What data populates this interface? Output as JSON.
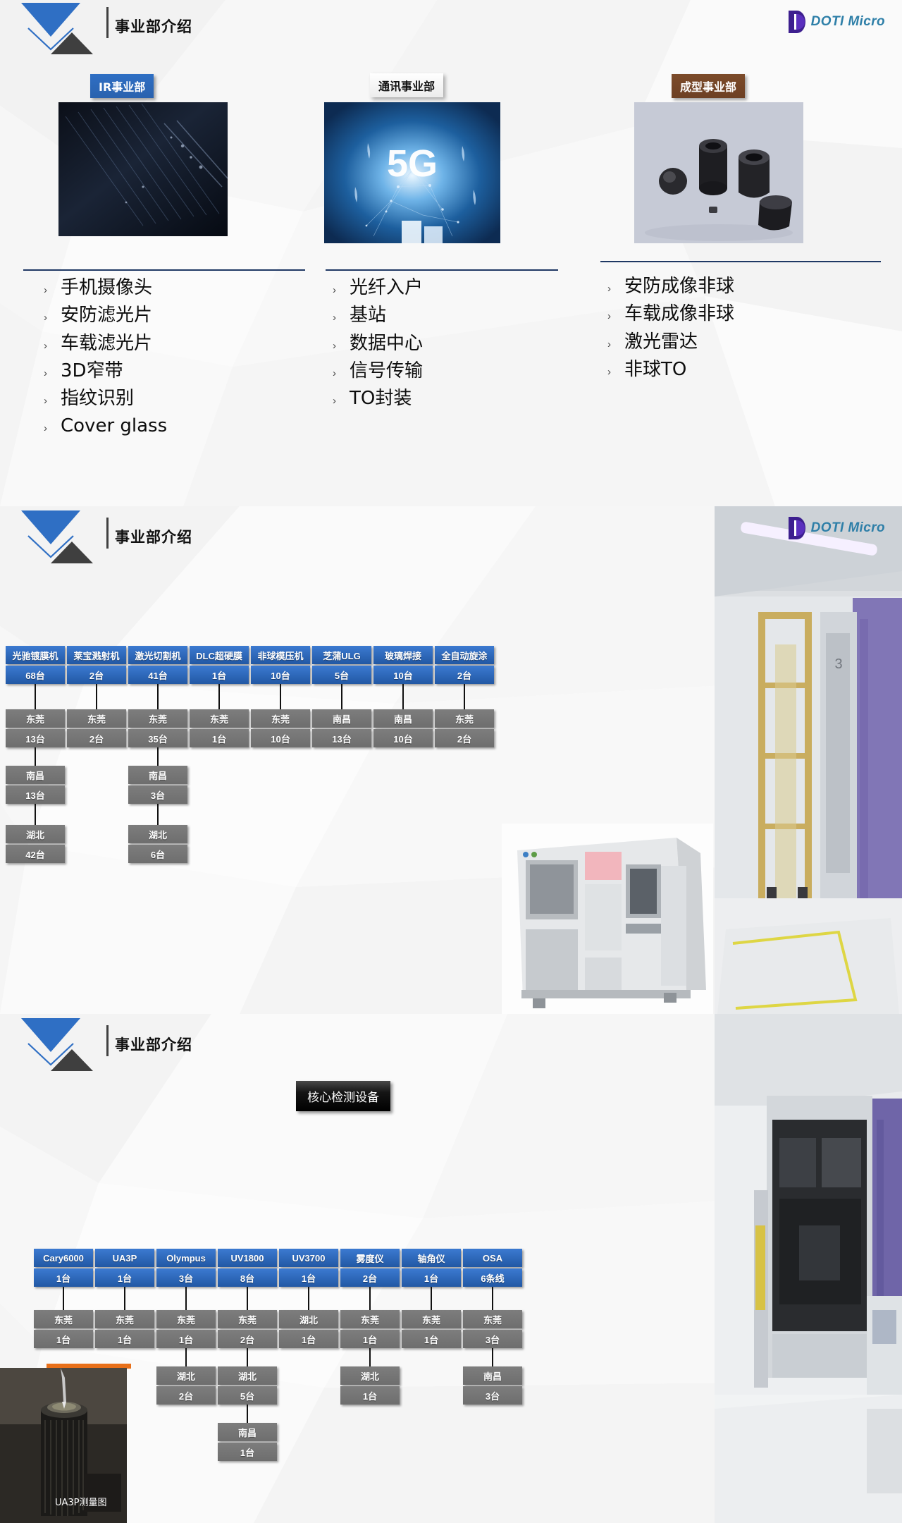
{
  "brand": {
    "logo_text": "DOTI Micro",
    "logo_color": "#3d1f8f",
    "text_color": "#2e7fa8"
  },
  "slides": [
    {
      "id": "slide-1",
      "header_title": "事业部介绍",
      "divisions": [
        {
          "caption": "IR事业部",
          "caption_style": "blue",
          "photo_name": "ir-optical-filter-photo",
          "bullets": [
            "手机摄像头",
            "安防滤光片",
            "车载滤光片",
            "3D窄带",
            "指纹识别",
            "Cover glass"
          ]
        },
        {
          "caption": "通讯事业部",
          "caption_style": "white",
          "photo_name": "5g-network-photo",
          "bullets": [
            "光纤入户",
            "基站",
            "数据中心",
            "信号传输",
            "TO封装"
          ]
        },
        {
          "caption": "成型事业部",
          "caption_style": "brown",
          "photo_name": "molded-aspheric-lens-photo",
          "bullets": [
            "安防成像非球",
            "车载成像非球",
            "激光雷达",
            "非球TO"
          ]
        }
      ]
    },
    {
      "id": "slide-2",
      "header_title": "事业部介绍",
      "photos": [
        {
          "name": "cleanroom-coating-line-photo"
        },
        {
          "name": "coating-machine-photo"
        }
      ],
      "equipment": [
        {
          "name": "光驰镀膜机",
          "total": "68台",
          "sites": [
            {
              "site": "东莞",
              "qty": "13台"
            },
            {
              "site": "南昌",
              "qty": "13台"
            },
            {
              "site": "湖北",
              "qty": "42台"
            }
          ]
        },
        {
          "name": "莱宝溅射机",
          "total": "2台",
          "sites": [
            {
              "site": "东莞",
              "qty": "2台"
            }
          ]
        },
        {
          "name": "激光切割机",
          "total": "41台",
          "sites": [
            {
              "site": "东莞",
              "qty": "35台"
            },
            {
              "site": "南昌",
              "qty": "3台"
            },
            {
              "site": "湖北",
              "qty": "6台"
            }
          ]
        },
        {
          "name": "DLC超硬膜",
          "total": "1台",
          "sites": [
            {
              "site": "东莞",
              "qty": "1台"
            }
          ]
        },
        {
          "name": "非球模压机",
          "total": "10台",
          "sites": [
            {
              "site": "东莞",
              "qty": "10台"
            }
          ]
        },
        {
          "name": "芝蒲ULG",
          "total": "5台",
          "sites": [
            {
              "site": "南昌",
              "qty": "13台"
            }
          ]
        },
        {
          "name": "玻璃焊接",
          "total": "10台",
          "sites": [
            {
              "site": "南昌",
              "qty": "10台"
            }
          ]
        },
        {
          "name": "全自动旋涂",
          "total": "2台",
          "sites": [
            {
              "site": "东莞",
              "qty": "2台"
            }
          ]
        }
      ]
    },
    {
      "id": "slide-3",
      "header_title": "事业部介绍",
      "section_tag": "核心检测设备",
      "photos": [
        {
          "name": "measuring-instrument-room-photo"
        },
        {
          "name": "ua3p-probe-photo",
          "caption": "UA3P测量图"
        }
      ],
      "equipment": [
        {
          "name": "Cary6000",
          "total": "1台",
          "sites": [
            {
              "site": "东莞",
              "qty": "1台"
            }
          ]
        },
        {
          "name": "UA3P",
          "total": "1台",
          "sites": [
            {
              "site": "东莞",
              "qty": "1台"
            }
          ]
        },
        {
          "name": "Olympus",
          "total": "3台",
          "sites": [
            {
              "site": "东莞",
              "qty": "1台"
            },
            {
              "site": "湖北",
              "qty": "2台"
            }
          ]
        },
        {
          "name": "UV1800",
          "total": "8台",
          "sites": [
            {
              "site": "东莞",
              "qty": "2台"
            },
            {
              "site": "湖北",
              "qty": "5台"
            },
            {
              "site": "南昌",
              "qty": "1台"
            }
          ]
        },
        {
          "name": "UV3700",
          "total": "1台",
          "sites": [
            {
              "site": "湖北",
              "qty": "1台"
            }
          ]
        },
        {
          "name": "雾度仪",
          "total": "2台",
          "sites": [
            {
              "site": "东莞",
              "qty": "1台"
            },
            {
              "site": "湖北",
              "qty": "1台"
            }
          ]
        },
        {
          "name": "轴角仪",
          "total": "1台",
          "sites": [
            {
              "site": "东莞",
              "qty": "1台"
            }
          ]
        },
        {
          "name": "OSA",
          "total": "6条线",
          "sites": [
            {
              "site": "东莞",
              "qty": "3台"
            },
            {
              "site": "南昌",
              "qty": "3台"
            }
          ]
        }
      ]
    }
  ]
}
